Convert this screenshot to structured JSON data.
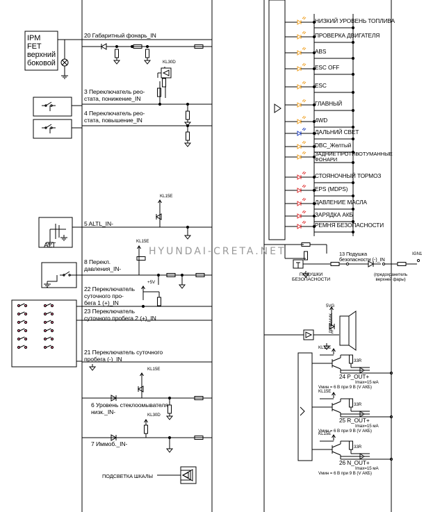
{
  "watermark": "HYUNDAI-CRETA.NET",
  "colors": {
    "line": "#000000",
    "amber": "#f0a020",
    "red": "#e03030",
    "blue": "#2040c0",
    "pink": "#d06080",
    "watermark": "#9a9a9a"
  },
  "left": {
    "ipm_box": "IPM\nFET\nверхний\nбоковой",
    "inputs": [
      {
        "label": "20 Габаритный фонарь_IN"
      },
      {
        "label": "3 Переключатель рео-\nстата, понижение_IN"
      },
      {
        "label": "4 Переключатель рео-\nстата, повышение_IN"
      },
      {
        "label": "5 ALTL_IN-"
      },
      {
        "label": "8 Перекл.\nдавления_IN-"
      },
      {
        "label": "22 Переключатель\nсуточного про-\nбега 1 (+)_IN"
      },
      {
        "label": "23 Переключатель\nсуточного пробега 2 (+)_IN"
      },
      {
        "label": "21 Переключатель суточного\nпробега (-)_IN"
      },
      {
        "label": "6 Уровень стеклоомывателя\nнизк._IN-"
      },
      {
        "label": "7 Иммоб._IN-"
      }
    ],
    "supplies": {
      "kl30d_a": "KL30D",
      "kl15e_a": "KL15E",
      "kl15e_b": "KL15E",
      "plus5v": "+5V",
      "kl15e_c": "KL15E",
      "kl30d_b": "KL30D"
    },
    "alt_label": "ALT",
    "backlight": "ПОДСВЕТКА ШКАЛЫ"
  },
  "right": {
    "lamps": [
      {
        "label": "НИЗКИЙ УРОВЕНЬ ТОПЛИВА",
        "color": "amber"
      },
      {
        "label": "ПРОВЕРКА ДВИГАТЕЛЯ",
        "color": "amber"
      },
      {
        "label": "ABS",
        "color": "amber"
      },
      {
        "label": "ESC OFF",
        "color": "amber"
      },
      {
        "label": "ESC",
        "color": "amber"
      },
      {
        "label": "ГЛАВНЫЙ",
        "color": "amber"
      },
      {
        "label": "4WD",
        "color": "amber"
      },
      {
        "label": "ДАЛЬНИЙ СВЕТ",
        "color": "blue"
      },
      {
        "label": "DBC_Желтый",
        "color": "amber"
      },
      {
        "label": "ЗАДНИЕ ПРОТИВОТУМАННЫЕ\nФОНАРИ",
        "color": "amber"
      },
      {
        "label": "СТОЯНОЧНЫЙ ТОРМОЗ",
        "color": "red"
      },
      {
        "label": "EPS (MDPS)",
        "color": "red"
      },
      {
        "label": "ДАВЛЕНИЕ МАСЛА",
        "color": "red"
      },
      {
        "label": "ЗАРЯДКА АКБ",
        "color": "red"
      },
      {
        "label": "РЕМНЯ БЕЗОПАСНОСТИ",
        "color": "red"
      }
    ],
    "airbag_input": "13 Подушка\nбезопасности (-)_IN",
    "airbag_label": "ПОДУШКИ\nБЕЗОПАСНОСТИ",
    "ign1": "IGN1",
    "fuse_note": "(предохранитель\nверхней фары)",
    "supply_5vg": "5VG",
    "speaker": "ДИНАМИК",
    "outputs": [
      {
        "supply": "KL15E",
        "resistor": "33R",
        "label": "24 P_OUT+",
        "imax": "Imax=15 мА",
        "vmin": "Vмин = 6 В при 9 В (V АКБ)"
      },
      {
        "supply": "KL15E",
        "resistor": "33R",
        "label": "25 R_OUT+",
        "imax": "Imax=15 мА",
        "vmin": "Vмин = 6 В при 9 В (V АКБ)"
      },
      {
        "supply": "KL15E",
        "resistor": "33R",
        "label": "26 N_OUT+",
        "imax": "Imax=15 мА",
        "vmin": "Vмин = 6 В при 9 В (V АКБ)"
      }
    ]
  }
}
